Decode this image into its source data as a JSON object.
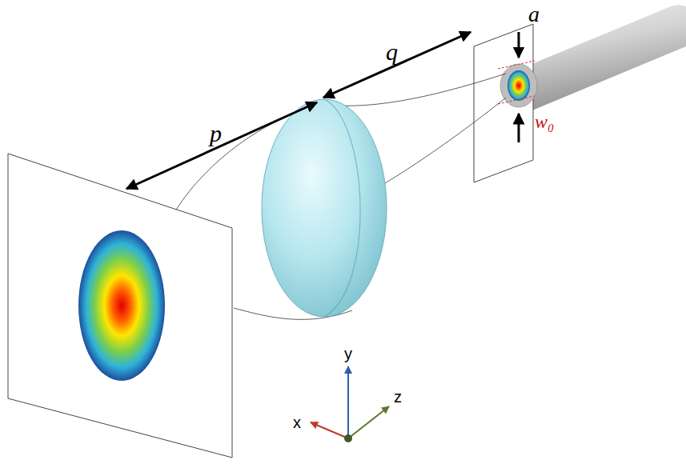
{
  "diagram": {
    "labels": [
      "p",
      "q",
      "a",
      "w₀",
      "y",
      "x",
      "z"
    ]
  }
}
